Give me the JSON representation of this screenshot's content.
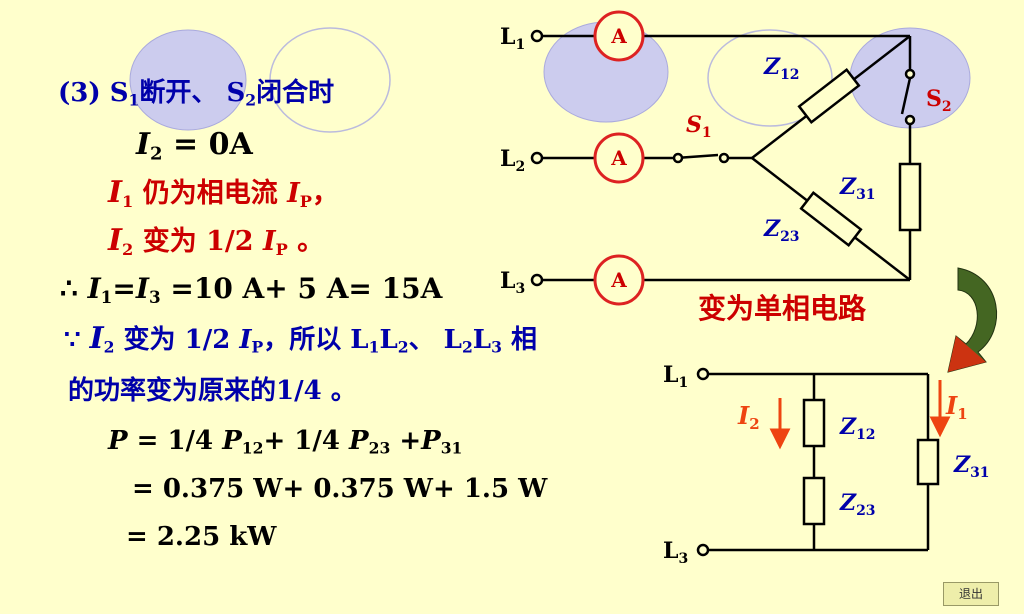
{
  "text": {
    "heading": {
      "num": "(3) ",
      "s1": "S",
      "s1sub": "1",
      "mid": "断开、 ",
      "s2": "S",
      "s2sub": "2",
      "tail": "闭合时"
    },
    "line_i2": {
      "sym": "I",
      "sub": "2",
      "rest": " = 0A"
    },
    "line_i1": {
      "sym": "I",
      "sub": "1",
      "mid": " 仍为相电流 ",
      "ip": "I",
      "ipsub": "P",
      "tail": "，"
    },
    "line_i2b": {
      "sym": "I",
      "sub": "2",
      "mid": " 变为 1/2 ",
      "ip": "I",
      "ipsub": "P",
      "tail": " 。"
    },
    "line_sum": {
      "pre": "∴  ",
      "i1": "I",
      "i1sub": "1",
      "eq": "=",
      "i3": "I",
      "i3sub": "3",
      "rest": " =10 A+ 5 A= 15A"
    },
    "line_because": {
      "pre": "∵ ",
      "i2": "I",
      "i2sub": "2",
      "mid": " 变为 1/2 ",
      "ip": "I",
      "ipsub": "P",
      "comma": "，所以 L",
      "l1": "1",
      "l": "L",
      "l2": "2",
      "sep": "、 L",
      "l2b": "2",
      "lb": "L",
      "l3": "3",
      "tail": " 相"
    },
    "line_power_note": "的功率变为原来的1/4 。",
    "line_p": {
      "p": "P",
      "a": " = 1/4 ",
      "p12": "P",
      "s12": "12",
      "b": "+ 1/4 ",
      "p23": "P",
      "s23": "23",
      "c": " +",
      "p31": "P",
      "s31": "31"
    },
    "line_p_val": "= 0.375 W+ 0.375 W+ 1.5 W",
    "line_p_total": "= 2.25 kW",
    "caption": "变为单相电路"
  },
  "circuit_top": {
    "L1": "L",
    "L1sub": "1",
    "L2": "L",
    "L2sub": "2",
    "L3": "L",
    "L3sub": "3",
    "ammeter": "A",
    "Z12": "Z",
    "Z12sub": "12",
    "Z23": "Z",
    "Z23sub": "23",
    "Z31": "Z",
    "Z31sub": "31",
    "S1": "S",
    "S1sub": "1",
    "S2": "S",
    "S2sub": "2"
  },
  "circuit_bottom": {
    "L1": "L",
    "L1sub": "1",
    "L3": "L",
    "L3sub": "3",
    "I2": "I",
    "I2sub": "2",
    "I1": "I",
    "I1sub": "1",
    "Z12": "Z",
    "Z12sub": "12",
    "Z23": "Z",
    "Z23sub": "23",
    "Z31": "Z",
    "Z31sub": "31"
  },
  "colors": {
    "background": "#ffffcc",
    "text_blue": "#0000aa",
    "text_red": "#cc0000",
    "ellipse_fill": "#ccccee",
    "arrow_green": "#446622",
    "arrow_red": "#cc3311"
  },
  "exit_button": "退出"
}
